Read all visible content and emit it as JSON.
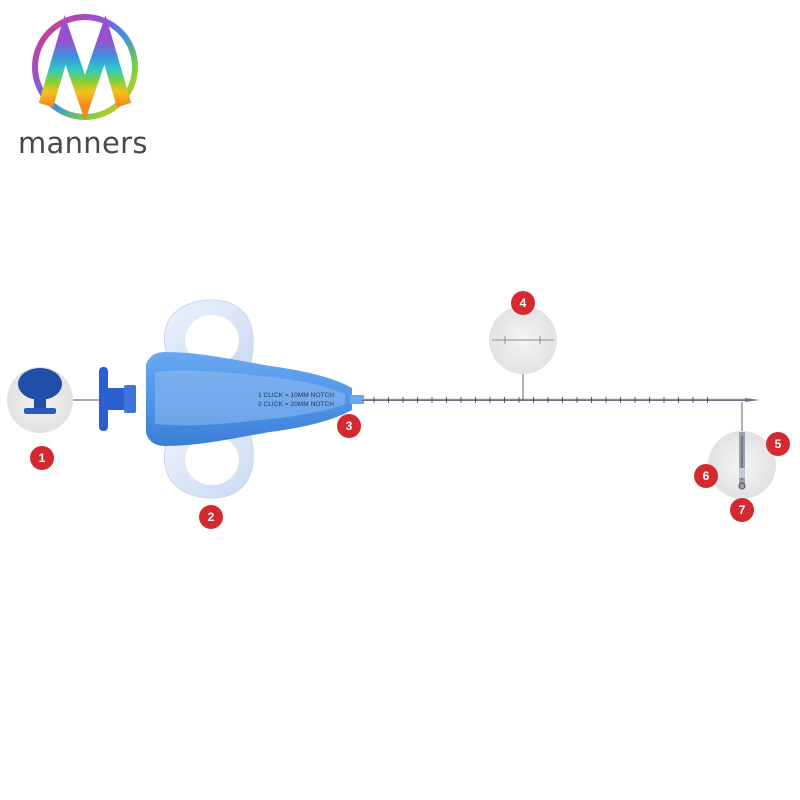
{
  "brand": {
    "name": "manners",
    "logo_colors": [
      "#e23a6a",
      "#9a4fd0",
      "#3f8fe0",
      "#2fc7c7",
      "#7ad13f",
      "#f5c21a",
      "#f28a1e"
    ]
  },
  "device": {
    "handle_text_line1": "1 CLICK = 10MM NOTCH",
    "handle_text_line2": "2 CLICK = 20MM NOTCH",
    "colors": {
      "handle": "#4f95e8",
      "rings": "#d8e4f8",
      "marker": "#d42a2f"
    }
  },
  "markers": [
    {
      "number": "1"
    },
    {
      "number": "2"
    },
    {
      "number": "3"
    },
    {
      "number": "4"
    },
    {
      "number": "5"
    },
    {
      "number": "6"
    },
    {
      "number": "7"
    }
  ]
}
